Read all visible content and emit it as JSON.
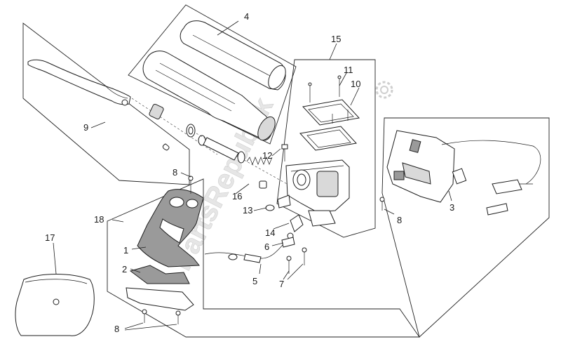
{
  "callouts": {
    "c1": "1",
    "c2": "2",
    "c3": "3",
    "c4": "4",
    "c5": "5",
    "c6": "6",
    "c7": "7",
    "c8a": "8",
    "c8b": "8",
    "c8c": "8",
    "c9": "9",
    "c10": "10",
    "c11": "11",
    "c12": "12",
    "c13": "13",
    "c14": "14",
    "c15": "15",
    "c16": "16",
    "c17": "17",
    "c18": "18"
  },
  "watermark": {
    "text": "PartsRepublik",
    "color": "#d6d6d6"
  },
  "colors": {
    "line": "#1e1e1e",
    "part_fill": "#ffffff",
    "part_shade": "#9a9a9a"
  }
}
